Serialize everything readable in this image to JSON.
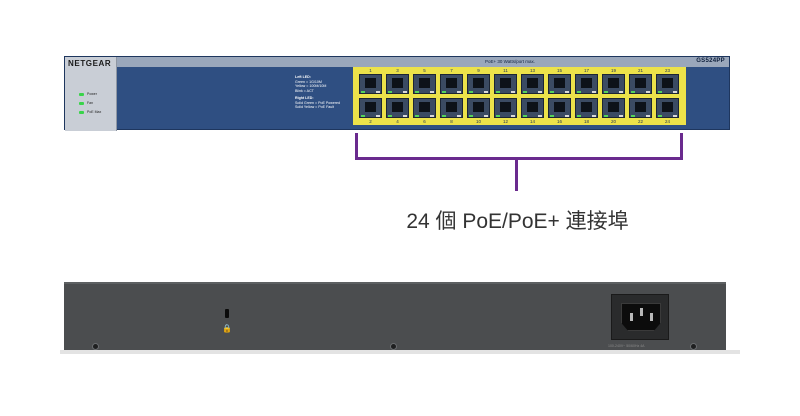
{
  "front_panel": {
    "brand": "NETGEAR",
    "model": "GS524PP",
    "poe_budget_label": "PoE+ 30 Watts/port max.",
    "status_leds": [
      {
        "label": "Power",
        "color": "#39d44a"
      },
      {
        "label": "Fan",
        "color": "#39d44a"
      },
      {
        "label": "PoE Max",
        "color": "#39d44a"
      }
    ],
    "legend": {
      "left_title": "Left LED:",
      "left_lines": [
        "Green = 1G/10M",
        "Yellow = 100M/10M",
        "Blink = ACT"
      ],
      "right_title": "Right LED:",
      "right_lines": [
        "Solid Green = PoE Powered",
        "Solid Yellow = PoE Fault"
      ]
    },
    "top_port_numbers": [
      "1",
      "3",
      "5",
      "7",
      "9",
      "11",
      "13",
      "15",
      "17",
      "19",
      "21",
      "23"
    ],
    "bottom_port_numbers": [
      "2",
      "4",
      "6",
      "8",
      "10",
      "12",
      "14",
      "16",
      "18",
      "20",
      "22",
      "24"
    ],
    "colors": {
      "panel": "#2f4f82",
      "port_zone": "#ece24a",
      "link_led": "#53d35a"
    }
  },
  "callout": {
    "text": "24 個 PoE/PoE+ 連接埠",
    "bracket_color": "#6a2a8e"
  },
  "rear_panel": {
    "lock_icon": "lock-icon",
    "power_label": "100-240V~ 50/60Hz 4A",
    "colors": {
      "chassis": "#4b4d4f"
    }
  }
}
